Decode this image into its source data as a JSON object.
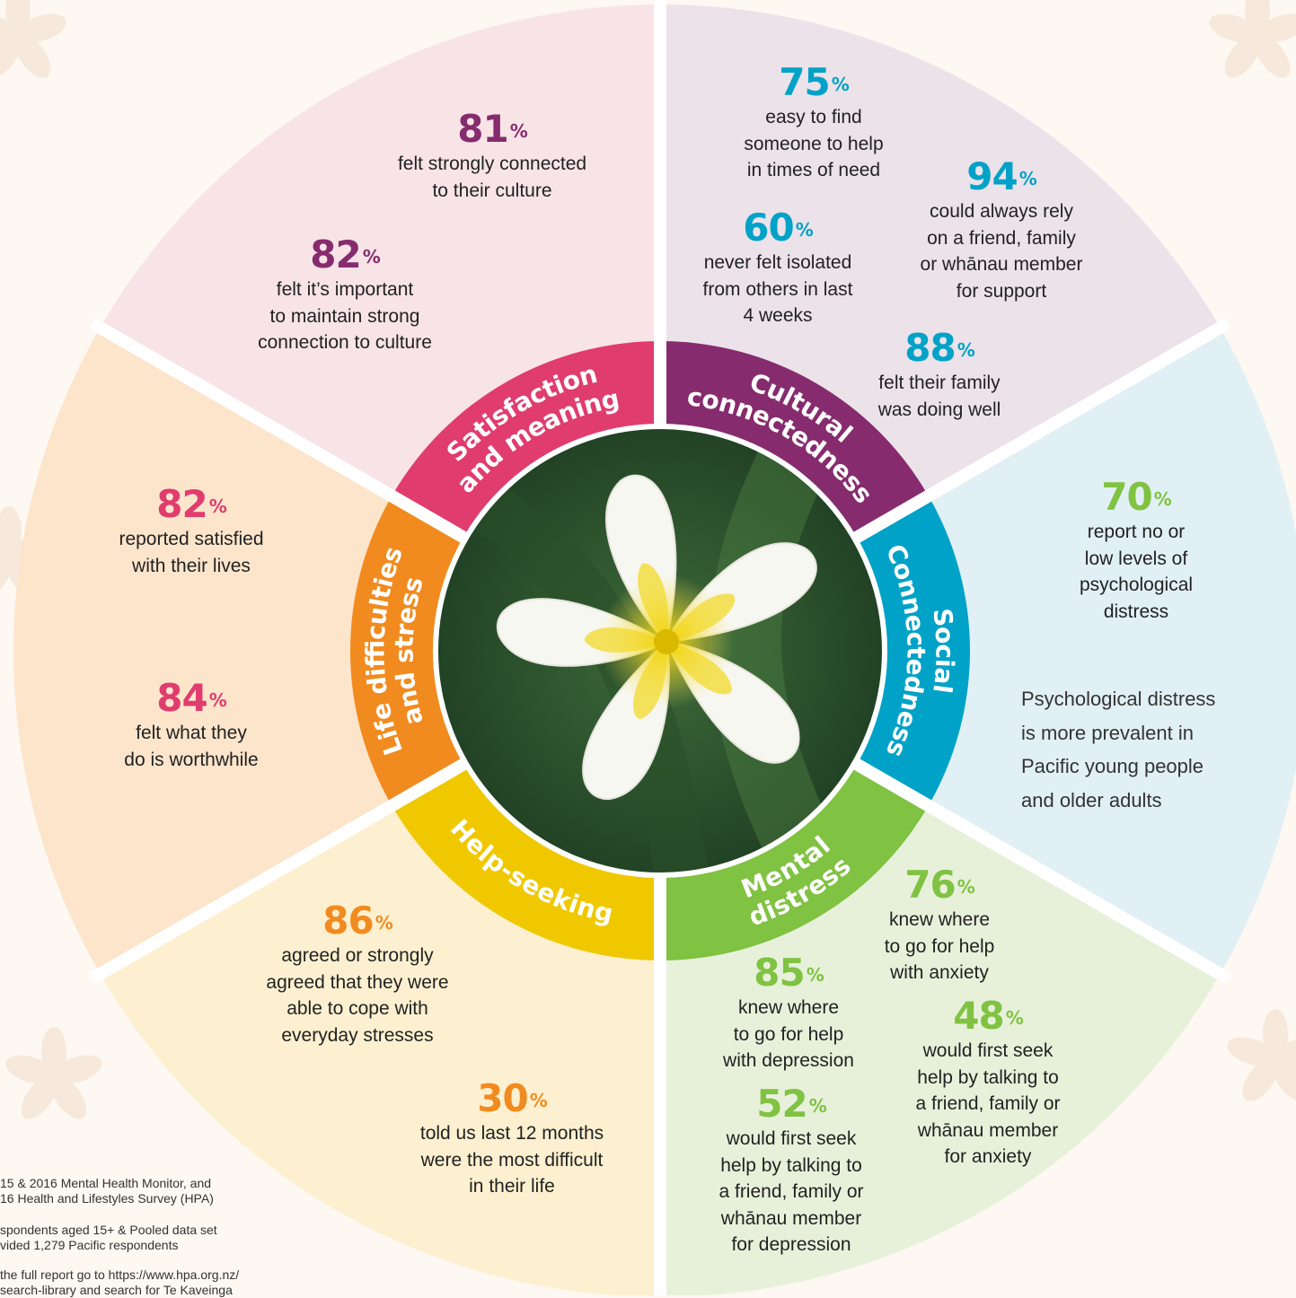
{
  "segments": [
    {
      "id": "cultural",
      "label_lines": [
        "Cultural",
        "connectedness"
      ],
      "start": -90,
      "end": -30,
      "color": "#862c6e",
      "bg": "#ece2ea"
    },
    {
      "id": "social",
      "label_lines": [
        "Social",
        "Connectedness"
      ],
      "start": -30,
      "end": 30,
      "color": "#00a2c7",
      "bg": "#e1f0f5"
    },
    {
      "id": "mental",
      "label_lines": [
        "Mental",
        "distress"
      ],
      "start": 30,
      "end": 90,
      "color": "#80c242",
      "bg": "#e7f1da"
    },
    {
      "id": "help",
      "label_lines": [
        "Help-seeking"
      ],
      "start": 90,
      "end": 150,
      "color": "#f0c800",
      "bg": "#fdf0d0"
    },
    {
      "id": "life",
      "label_lines": [
        "Life difficulties",
        "and stress"
      ],
      "start": 150,
      "end": 210,
      "color": "#f18b1f",
      "bg": "#fde5cc"
    },
    {
      "id": "satisfaction",
      "label_lines": [
        "Satisfaction",
        "and meaning"
      ],
      "start": 210,
      "end": 270,
      "color": "#e03c6e",
      "bg": "#f8e4e7"
    }
  ],
  "stats": [
    {
      "id": "cultural-81",
      "value": "81",
      "unit": "%",
      "color": "#862c6e",
      "lines": [
        "felt strongly connected",
        "to their culture"
      ]
    },
    {
      "id": "cultural-82",
      "value": "82",
      "unit": "%",
      "color": "#862c6e",
      "lines": [
        "felt it’s important",
        "to maintain strong",
        "connection to culture"
      ]
    },
    {
      "id": "social-75",
      "value": "75",
      "unit": "%",
      "color": "#00a2c7",
      "lines": [
        "easy to find",
        "someone to help",
        "in times of need"
      ]
    },
    {
      "id": "social-94",
      "value": "94",
      "unit": "%",
      "color": "#00a2c7",
      "lines": [
        "could always rely",
        "on a friend, family",
        "or whānau member",
        "for support"
      ]
    },
    {
      "id": "social-60",
      "value": "60",
      "unit": "%",
      "color": "#00a2c7",
      "lines": [
        "never felt isolated",
        "from others in last",
        "4 weeks"
      ]
    },
    {
      "id": "social-88",
      "value": "88",
      "unit": "%",
      "color": "#00a2c7",
      "lines": [
        "felt their family",
        "was doing well"
      ]
    },
    {
      "id": "mental-70",
      "value": "70",
      "unit": "%",
      "color": "#80c242",
      "lines": [
        "report no or",
        "low levels of",
        "psychological",
        "distress"
      ]
    },
    {
      "id": "help-76",
      "value": "76",
      "unit": "%",
      "color": "#80c242",
      "lines": [
        "knew where",
        "to go for help",
        "with anxiety"
      ]
    },
    {
      "id": "help-85",
      "value": "85",
      "unit": "%",
      "color": "#80c242",
      "lines": [
        "knew where",
        "to go for help",
        "with depression"
      ]
    },
    {
      "id": "help-48",
      "value": "48",
      "unit": "%",
      "color": "#80c242",
      "lines": [
        "would first seek",
        "help by talking to",
        "a friend, family or",
        "whānau member",
        "for anxiety"
      ]
    },
    {
      "id": "help-52",
      "value": "52",
      "unit": "%",
      "color": "#80c242",
      "lines": [
        "would first seek",
        "help by talking to",
        "a friend, family or",
        "whānau member",
        "for depression"
      ]
    },
    {
      "id": "life-86",
      "value": "86",
      "unit": "%",
      "color": "#f18b1f",
      "lines": [
        "agreed or strongly",
        "agreed that they were",
        "able to cope with",
        "everyday stresses"
      ]
    },
    {
      "id": "life-30",
      "value": "30",
      "unit": "%",
      "color": "#f18b1f",
      "lines": [
        "told us last 12 months",
        "were the most difficult",
        "in their life"
      ]
    },
    {
      "id": "satisfaction-82",
      "value": "82",
      "unit": "%",
      "color": "#e03c6e",
      "lines": [
        "reported satisfied",
        "with their lives"
      ]
    },
    {
      "id": "satisfaction-84",
      "value": "84",
      "unit": "%",
      "color": "#e03c6e",
      "lines": [
        "felt what they",
        "do is worthwhile"
      ]
    }
  ],
  "note_lines": [
    "Psychological distress",
    "is more prevalent in",
    "Pacific young people",
    "and older adults"
  ],
  "footnotes": [
    [
      "15 & 2016 Mental Health Monitor, and",
      "16 Health and Lifestyles Survey (HPA)"
    ],
    [
      "spondents aged 15+ & Pooled data set",
      "vided 1,279 Pacific respondents"
    ],
    [
      "the full report go to https://www.hpa.org.nz/",
      "search-library and search for Te Kaveinga"
    ]
  ]
}
